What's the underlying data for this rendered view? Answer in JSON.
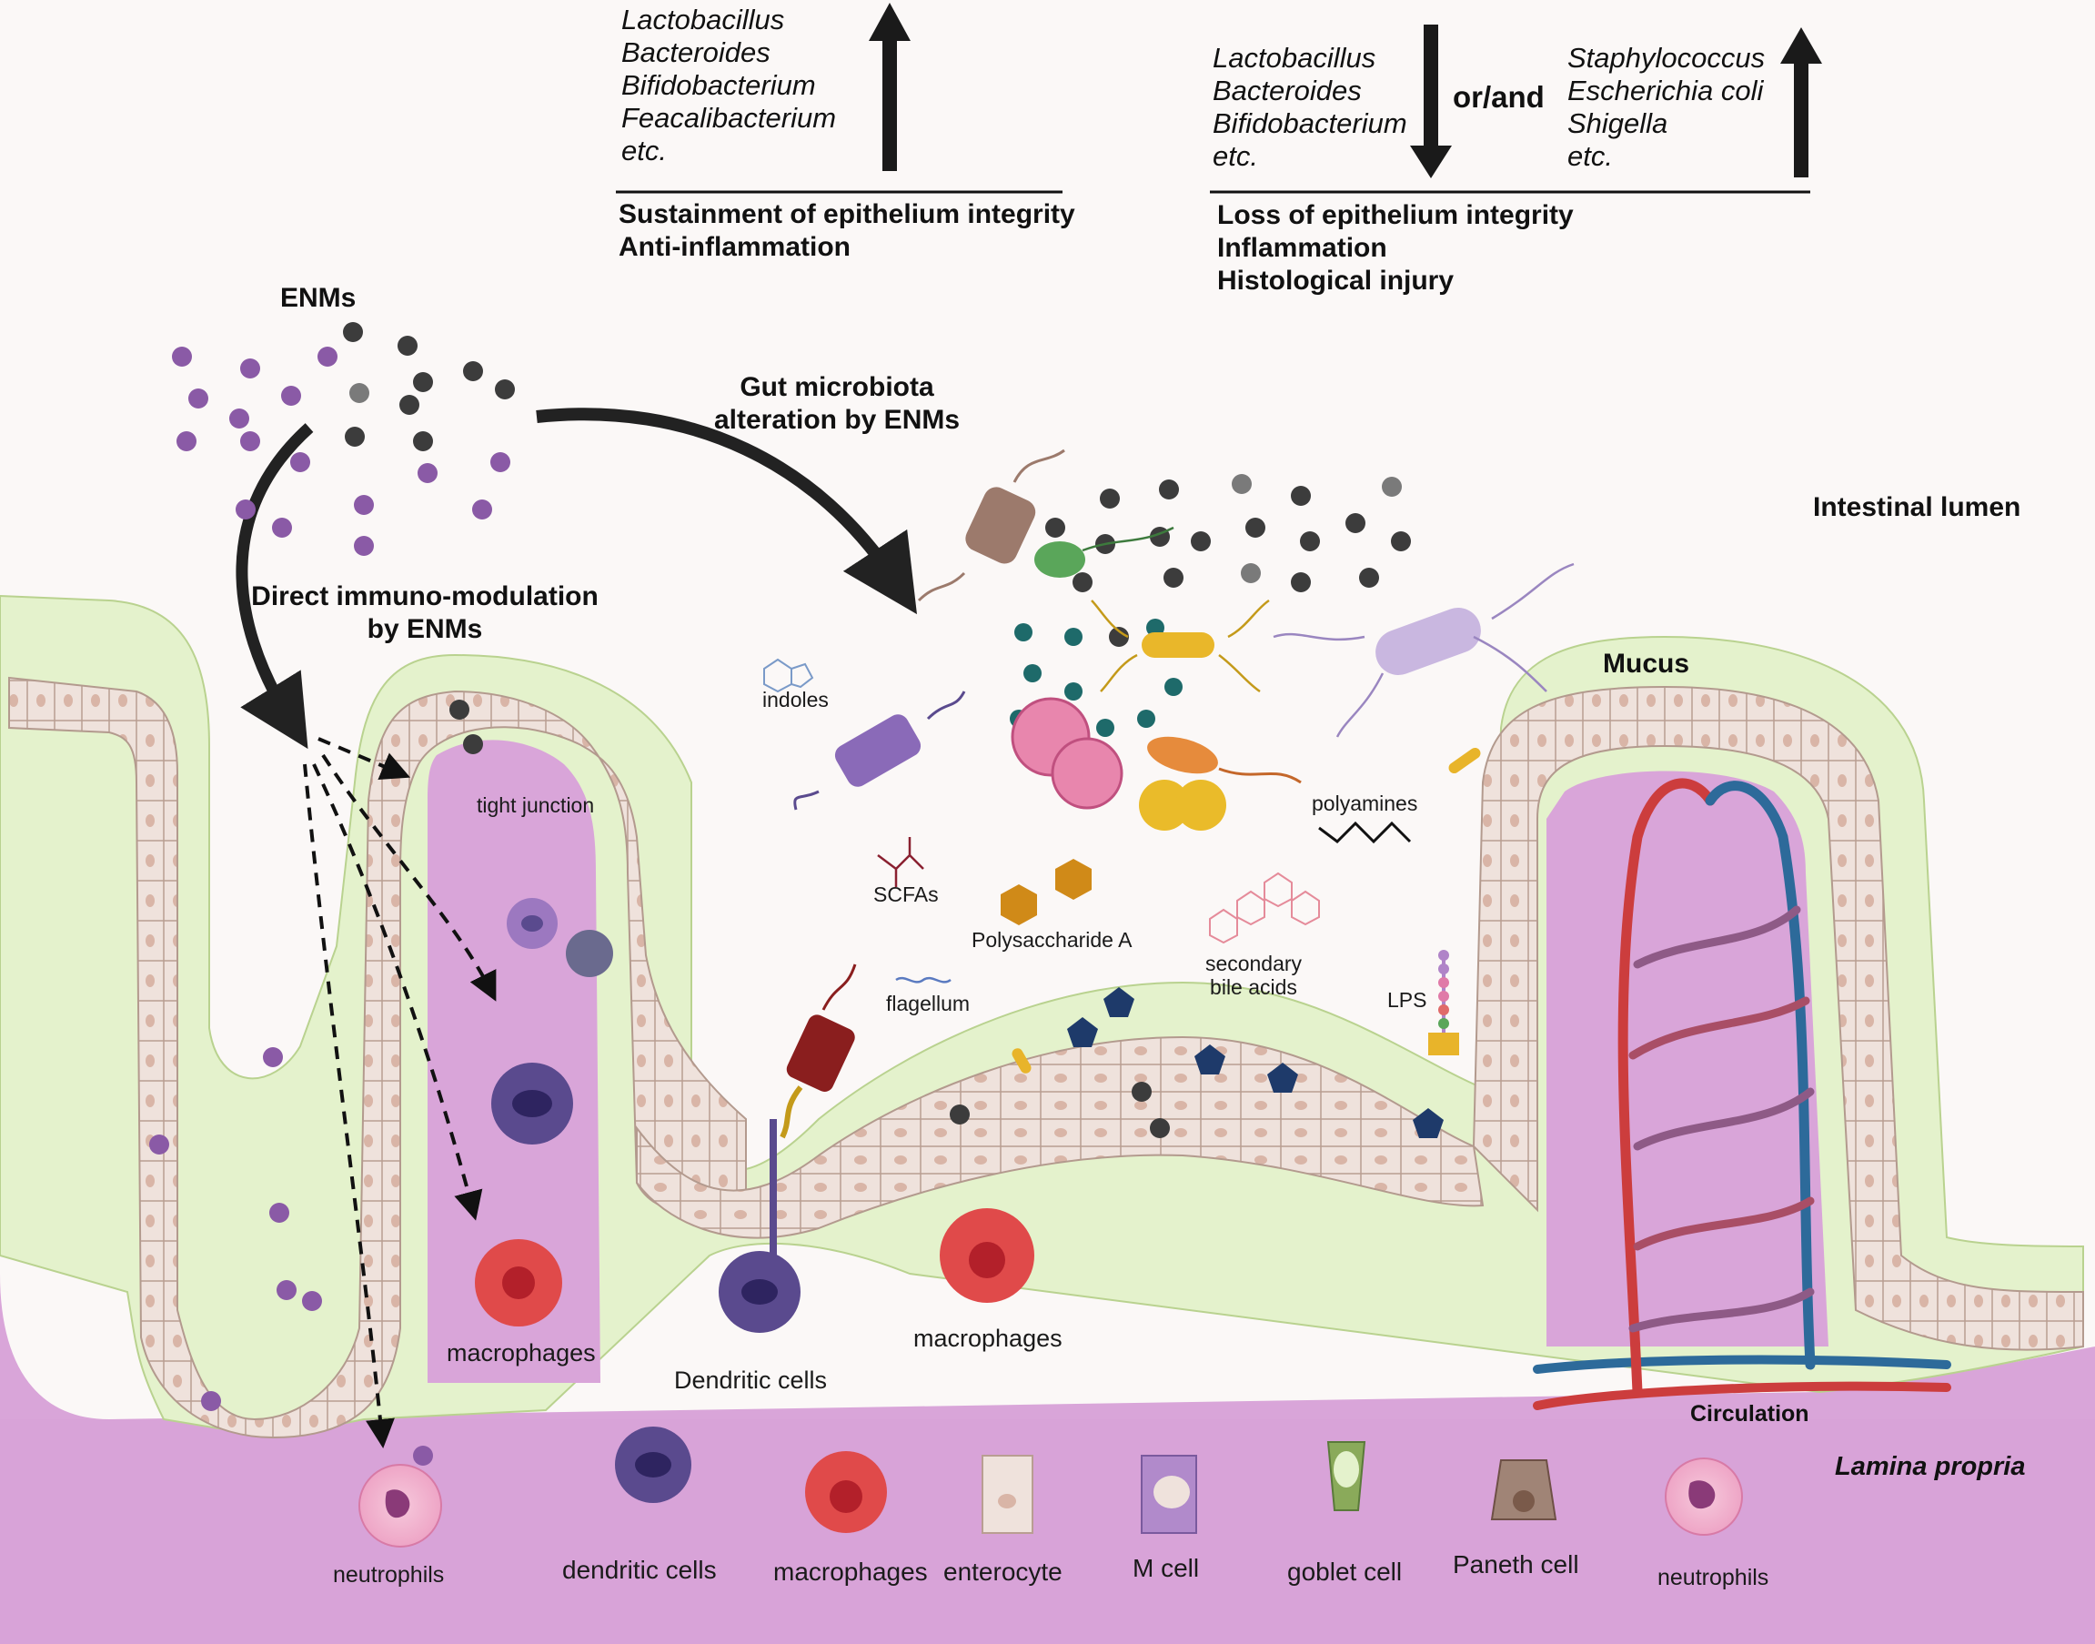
{
  "top_left": {
    "bacteria": [
      "Lactobacillus",
      "Bacteroides",
      "Bifidobacterium",
      "Feacalibacterium",
      "etc."
    ],
    "outcomes": [
      "Sustainment of epithelium integrity",
      "Anti-inflammation"
    ]
  },
  "top_right": {
    "bacteria_down": [
      "Lactobacillus",
      "Bacteroides",
      "Bifidobacterium",
      "etc."
    ],
    "connector": "or/and",
    "bacteria_up": [
      "Staphylococcus",
      "Escherichia coli",
      "Shigella",
      "etc."
    ],
    "outcomes": [
      "Loss of epithelium integrity",
      "Inflammation",
      "Histological injury"
    ]
  },
  "labels": {
    "enms": "ENMs",
    "gut_alteration": [
      "Gut microbiota",
      "alteration by ENMs"
    ],
    "direct_immuno": [
      "Direct immuno-modulation",
      "by ENMs"
    ],
    "intestinal_lumen": "Intestinal lumen",
    "mucus": "Mucus",
    "tight_junction": "tight junction",
    "indoles": "indoles",
    "scfas": "SCFAs",
    "polysaccharide_a": "Polysaccharide A",
    "flagellum": "flagellum",
    "secondary_bile_acids": [
      "secondary",
      "bile acids"
    ],
    "polyamines": "polyamines",
    "lps": "LPS",
    "macrophages_1": "macrophages",
    "dendritic_cells": "Dendritic cells",
    "macrophages_2": "macrophages",
    "circulation": "Circulation",
    "lamina_propria": "Lamina propria",
    "neutrophils": "neutrophils"
  },
  "legend": [
    "dendritic cells",
    "macrophages",
    "enterocyte",
    "M cell",
    "goblet cell",
    "Paneth cell",
    "neutrophils"
  ],
  "colors": {
    "background": "#fbf8f7",
    "lamina_propria": "#d9a5d9",
    "mucus": "#e4f2cc",
    "enterocyte": "#efe2dc",
    "enm_dark": "#3c3c3c",
    "enm_purple": "#8a5aa6",
    "artery": "#cc3d3d",
    "vein": "#2d6a9a",
    "macrophage": "#e04a4a",
    "dendritic": "#5a4a8e"
  }
}
